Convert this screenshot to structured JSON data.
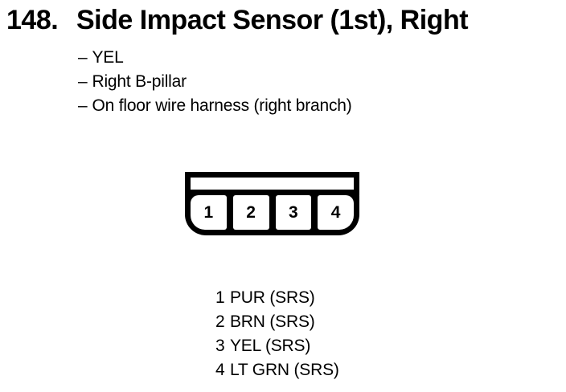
{
  "colors": {
    "ink": "#000000",
    "background": "#ffffff"
  },
  "header": {
    "index_number": "148.",
    "title": "Side Impact Sensor (1st), Right"
  },
  "details": {
    "dash": "–",
    "items": [
      "YEL",
      "Right B-pillar",
      "On floor wire harness (right branch)"
    ]
  },
  "connector": {
    "pins": [
      "1",
      "2",
      "3",
      "4"
    ]
  },
  "pinout": {
    "rows": [
      {
        "pin": "1",
        "wire": "PUR (SRS)"
      },
      {
        "pin": "2",
        "wire": "BRN (SRS)"
      },
      {
        "pin": "3",
        "wire": "YEL (SRS)"
      },
      {
        "pin": "4",
        "wire": "LT GRN (SRS)"
      }
    ]
  }
}
